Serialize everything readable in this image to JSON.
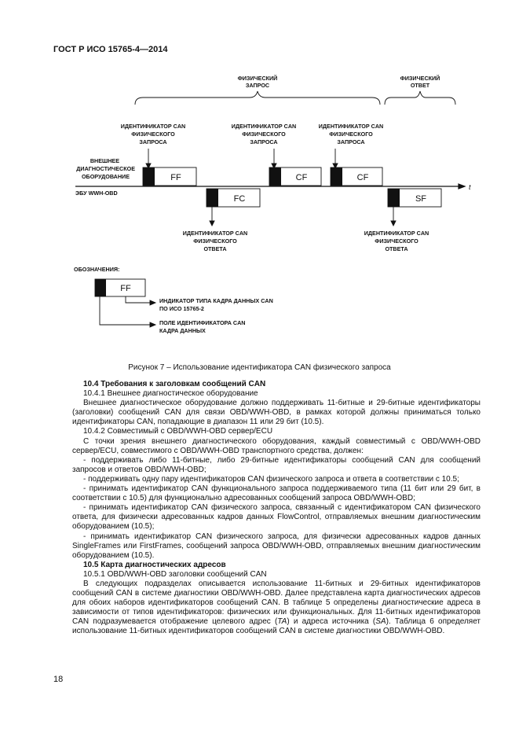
{
  "header": {
    "standard": "ГОСТ Р ИСО 15765-4—2014"
  },
  "diagram": {
    "brace_request_line1": "ФИЗИЧЕСКИЙ",
    "brace_request_line2": "ЗАПРОС",
    "brace_response_line1": "ФИЗИЧЕСКИЙ",
    "brace_response_line2": "ОТВЕТ",
    "req_id_1": [
      "ИДЕНТИФИКАТОР CAN",
      "ФИЗИЧЕСКОГО",
      "ЗАПРОСА"
    ],
    "req_id_2": [
      "ИДЕНТИФИКАТОР CAN",
      "ФИЗИЧЕСКОГО",
      "ЗАПРОСА"
    ],
    "req_id_3": [
      "ИДЕНТИФИКАТОР CAN",
      "ФИЗИЧЕСКОГО",
      "ЗАПРОСА"
    ],
    "tester_line1": "ВНЕШНЕЕ",
    "tester_line2": "ДИАГНОСТИЧЕСКОЕ",
    "tester_line3": "ОБОРУДОВАНИЕ",
    "ecu_label": "ЭБУ WWH-OBD",
    "time_axis": "t",
    "frame_ff": "FF",
    "frame_fc": "FC",
    "frame_cf1": "CF",
    "frame_cf2": "CF",
    "frame_sf": "SF",
    "resp_id_1": [
      "ИДЕНТИФИКАТОР CAN",
      "ФИЗИЧЕСКОГО",
      "ОТВЕТА"
    ],
    "resp_id_2": [
      "ИДЕНТИФИКАТОР CAN",
      "ФИЗИЧЕСКОГО",
      "ОТВЕТА"
    ],
    "legend_title": "ОБОЗНАЧЕНИЯ:",
    "legend_frame": "FF",
    "legend_type_line1": "ИНДИКАТОР ТИПА КАДРА ДАННЫХ CAN",
    "legend_type_line2": "ПО ИСО 15765-2",
    "legend_id_line1": "ПОЛЕ ИДЕНТИФИКАТОРА CAN",
    "legend_id_line2": "КАДРА ДАННЫХ"
  },
  "caption": "Рисунок 7 – Использование идентификатора CAN физического запроса",
  "body": {
    "s104_title": "10.4 Требования к заголовкам сообщений CAN",
    "s1041_title": "10.4.1 Внешнее диагностическое оборудование",
    "p1": "Внешнее диагностическое оборудование должно поддерживать 11-битные и 29-битные идентификаторы (заголовки) сообщений CAN для связи OBD/WWH-OBD, в рамках которой должны приниматься только идентификаторы CAN, попадающие в диапазон 11 или 29 бит (10.5).",
    "s1042_title": "10.4.2 Совместимый с OBD/WWH-OBD сервер/ECU",
    "p2": "С точки зрения внешнего диагностического оборудования, каждый совместимый с OBD/WWH-OBD сервер/ECU, совместимого с OBD/WWH-OBD транспортного средства, должен:",
    "b1": "- поддерживать либо 11-битные, либо 29-битные идентификаторы сообщений CAN для сообщений запросов и ответов OBD/WWH-OBD;",
    "b2": "- поддерживать одну пару идентификаторов CAN физического запроса и ответа в соответствии с 10.5;",
    "b3": "- принимать идентификатор CAN функционального запроса поддерживаемого типа (11 бит или 29 бит, в соответствии с 10.5) для функционально адресованных сообщений запроса OBD/WWH-OBD;",
    "b4": "- принимать идентификатор CAN физического запроса, связанный с идентификатором CAN физического ответа, для физически адресованных кадров данных FlowControl, отправляемых внешним диагностическим оборудованием (10.5);",
    "b5": "- принимать идентификатор CAN физического запроса, для физически адресованных кадров данных SingleFrames или FirstFrames, сообщений запроса OBD/WWH-OBD, отправляемых внешним диагностическим оборудованием (10.5).",
    "s105_title": "10.5 Карта диагностических адресов",
    "s1051_title": "10.5.1 OBD/WWH-OBD заголовки сообщений CAN",
    "p3_a": "В следующих подразделах описывается использование 11-битных и 29-битных идентификаторов сообщений CAN в системе диагностики OBD/WWH-OBD. Далее представлена карта диагностических адресов для обоих наборов идентификаторов сообщений CAN. В таблице 5 определены диагностические адреса в зависимости от типов идентификаторов: физических или функциональных. Для 11-битных идентификаторов CAN подразумевается отображение целевого адрес (",
    "p3_ta": "TA",
    "p3_b": ") и адреса источника (",
    "p3_sa": "SA",
    "p3_c": "). Таблица 6 определяет использование 11-битных идентификаторов сообщений CAN в системе диагностики OBD/WWH-OBD."
  },
  "page_number": "18"
}
